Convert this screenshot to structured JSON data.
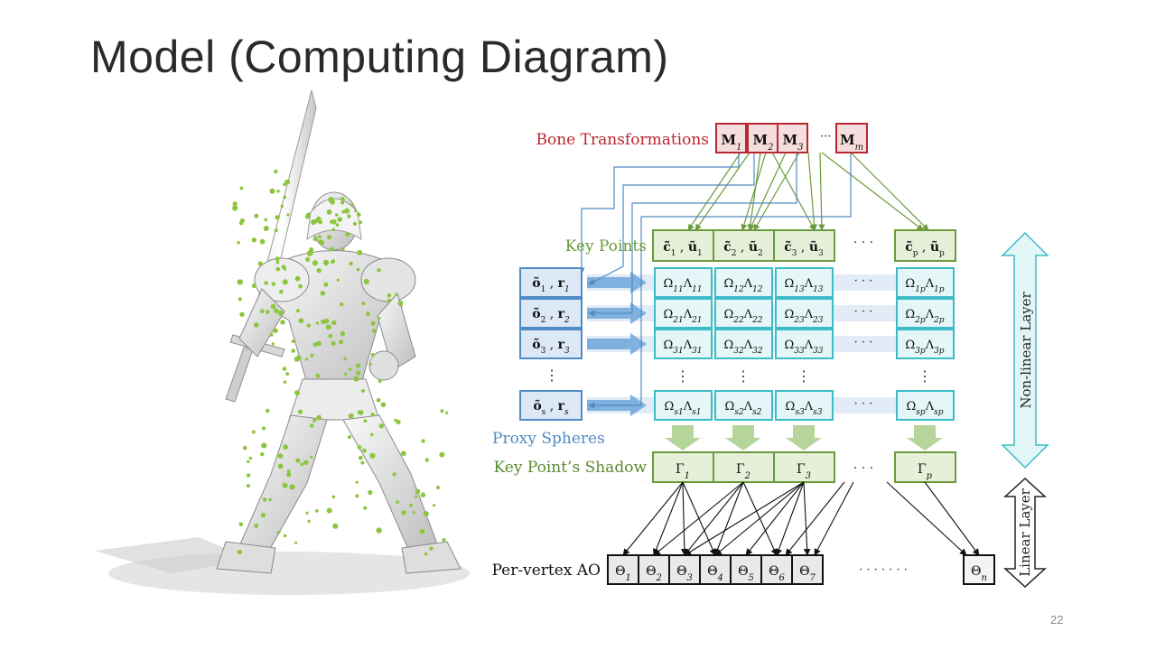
{
  "slide": {
    "title": "Model (Computing Diagram)",
    "page_number": "22"
  },
  "colors": {
    "bone": "#b8282e",
    "bone_fill": "#f7dede",
    "keypoint": "#6a9a3c",
    "keypoint_fill": "#e6f0d8",
    "proxy": "#4f8bc4",
    "proxy_fill": "#dce8f5",
    "omega": "#3cbcc8",
    "omega_fill": "#e4f6f7",
    "arrow_blue": "#c9dcef",
    "arrow_green": "#b5d59a",
    "ao": "#111111",
    "ao_fill": "#e9e9e9"
  },
  "figure": {
    "description_icon": "armored-character-with-sampled-points-image"
  },
  "labels": {
    "bone_transformations": "Bone Transformations",
    "key_points": "Key Points",
    "proxy_spheres": "Proxy Spheres",
    "key_points_shadow": "Key Point’s Shadow",
    "per_vertex_ao": "Per-vertex AO",
    "non_linear_layer": "Non-linear Layer",
    "linear_layer": "Linear Layer"
  },
  "bones": [
    {
      "sym": "M",
      "sub": "1"
    },
    {
      "sym": "M",
      "sub": "2"
    },
    {
      "sym": "M",
      "sub": "3"
    },
    {
      "sym": "M",
      "sub": "m"
    }
  ],
  "key_points": [
    {
      "c": "c̃",
      "u": "ũ",
      "sub": "1"
    },
    {
      "c": "c̃",
      "u": "ũ",
      "sub": "2"
    },
    {
      "c": "c̃",
      "u": "ũ",
      "sub": "3"
    },
    {
      "c": "c̃",
      "u": "ũ",
      "sub": "p"
    }
  ],
  "proxy_spheres": [
    {
      "o": "õ",
      "r": "r",
      "sub": "1"
    },
    {
      "o": "õ",
      "r": "r",
      "sub": "2"
    },
    {
      "o": "õ",
      "r": "r",
      "sub": "3"
    },
    {
      "o": "õ",
      "r": "r",
      "sub": "s"
    }
  ],
  "omega_grid": {
    "row_subs": [
      "1",
      "2",
      "3",
      "s"
    ],
    "col_subs": [
      "1",
      "2",
      "3",
      "p"
    ]
  },
  "shadows": [
    {
      "sym": "Γ",
      "sub": "1"
    },
    {
      "sym": "Γ",
      "sub": "2"
    },
    {
      "sym": "Γ",
      "sub": "3"
    },
    {
      "sym": "Γ",
      "sub": "p"
    }
  ],
  "ao_outputs": [
    {
      "sym": "Θ",
      "sub": "1"
    },
    {
      "sym": "Θ",
      "sub": "2"
    },
    {
      "sym": "Θ",
      "sub": "3"
    },
    {
      "sym": "Θ",
      "sub": "4"
    },
    {
      "sym": "Θ",
      "sub": "5"
    },
    {
      "sym": "Θ",
      "sub": "6"
    },
    {
      "sym": "Θ",
      "sub": "7"
    },
    {
      "sym": "Θ",
      "sub": "n"
    }
  ],
  "ellipsis": "· · ·",
  "vdots": "⋮",
  "ao_ellipsis": "· · · · · · ·"
}
